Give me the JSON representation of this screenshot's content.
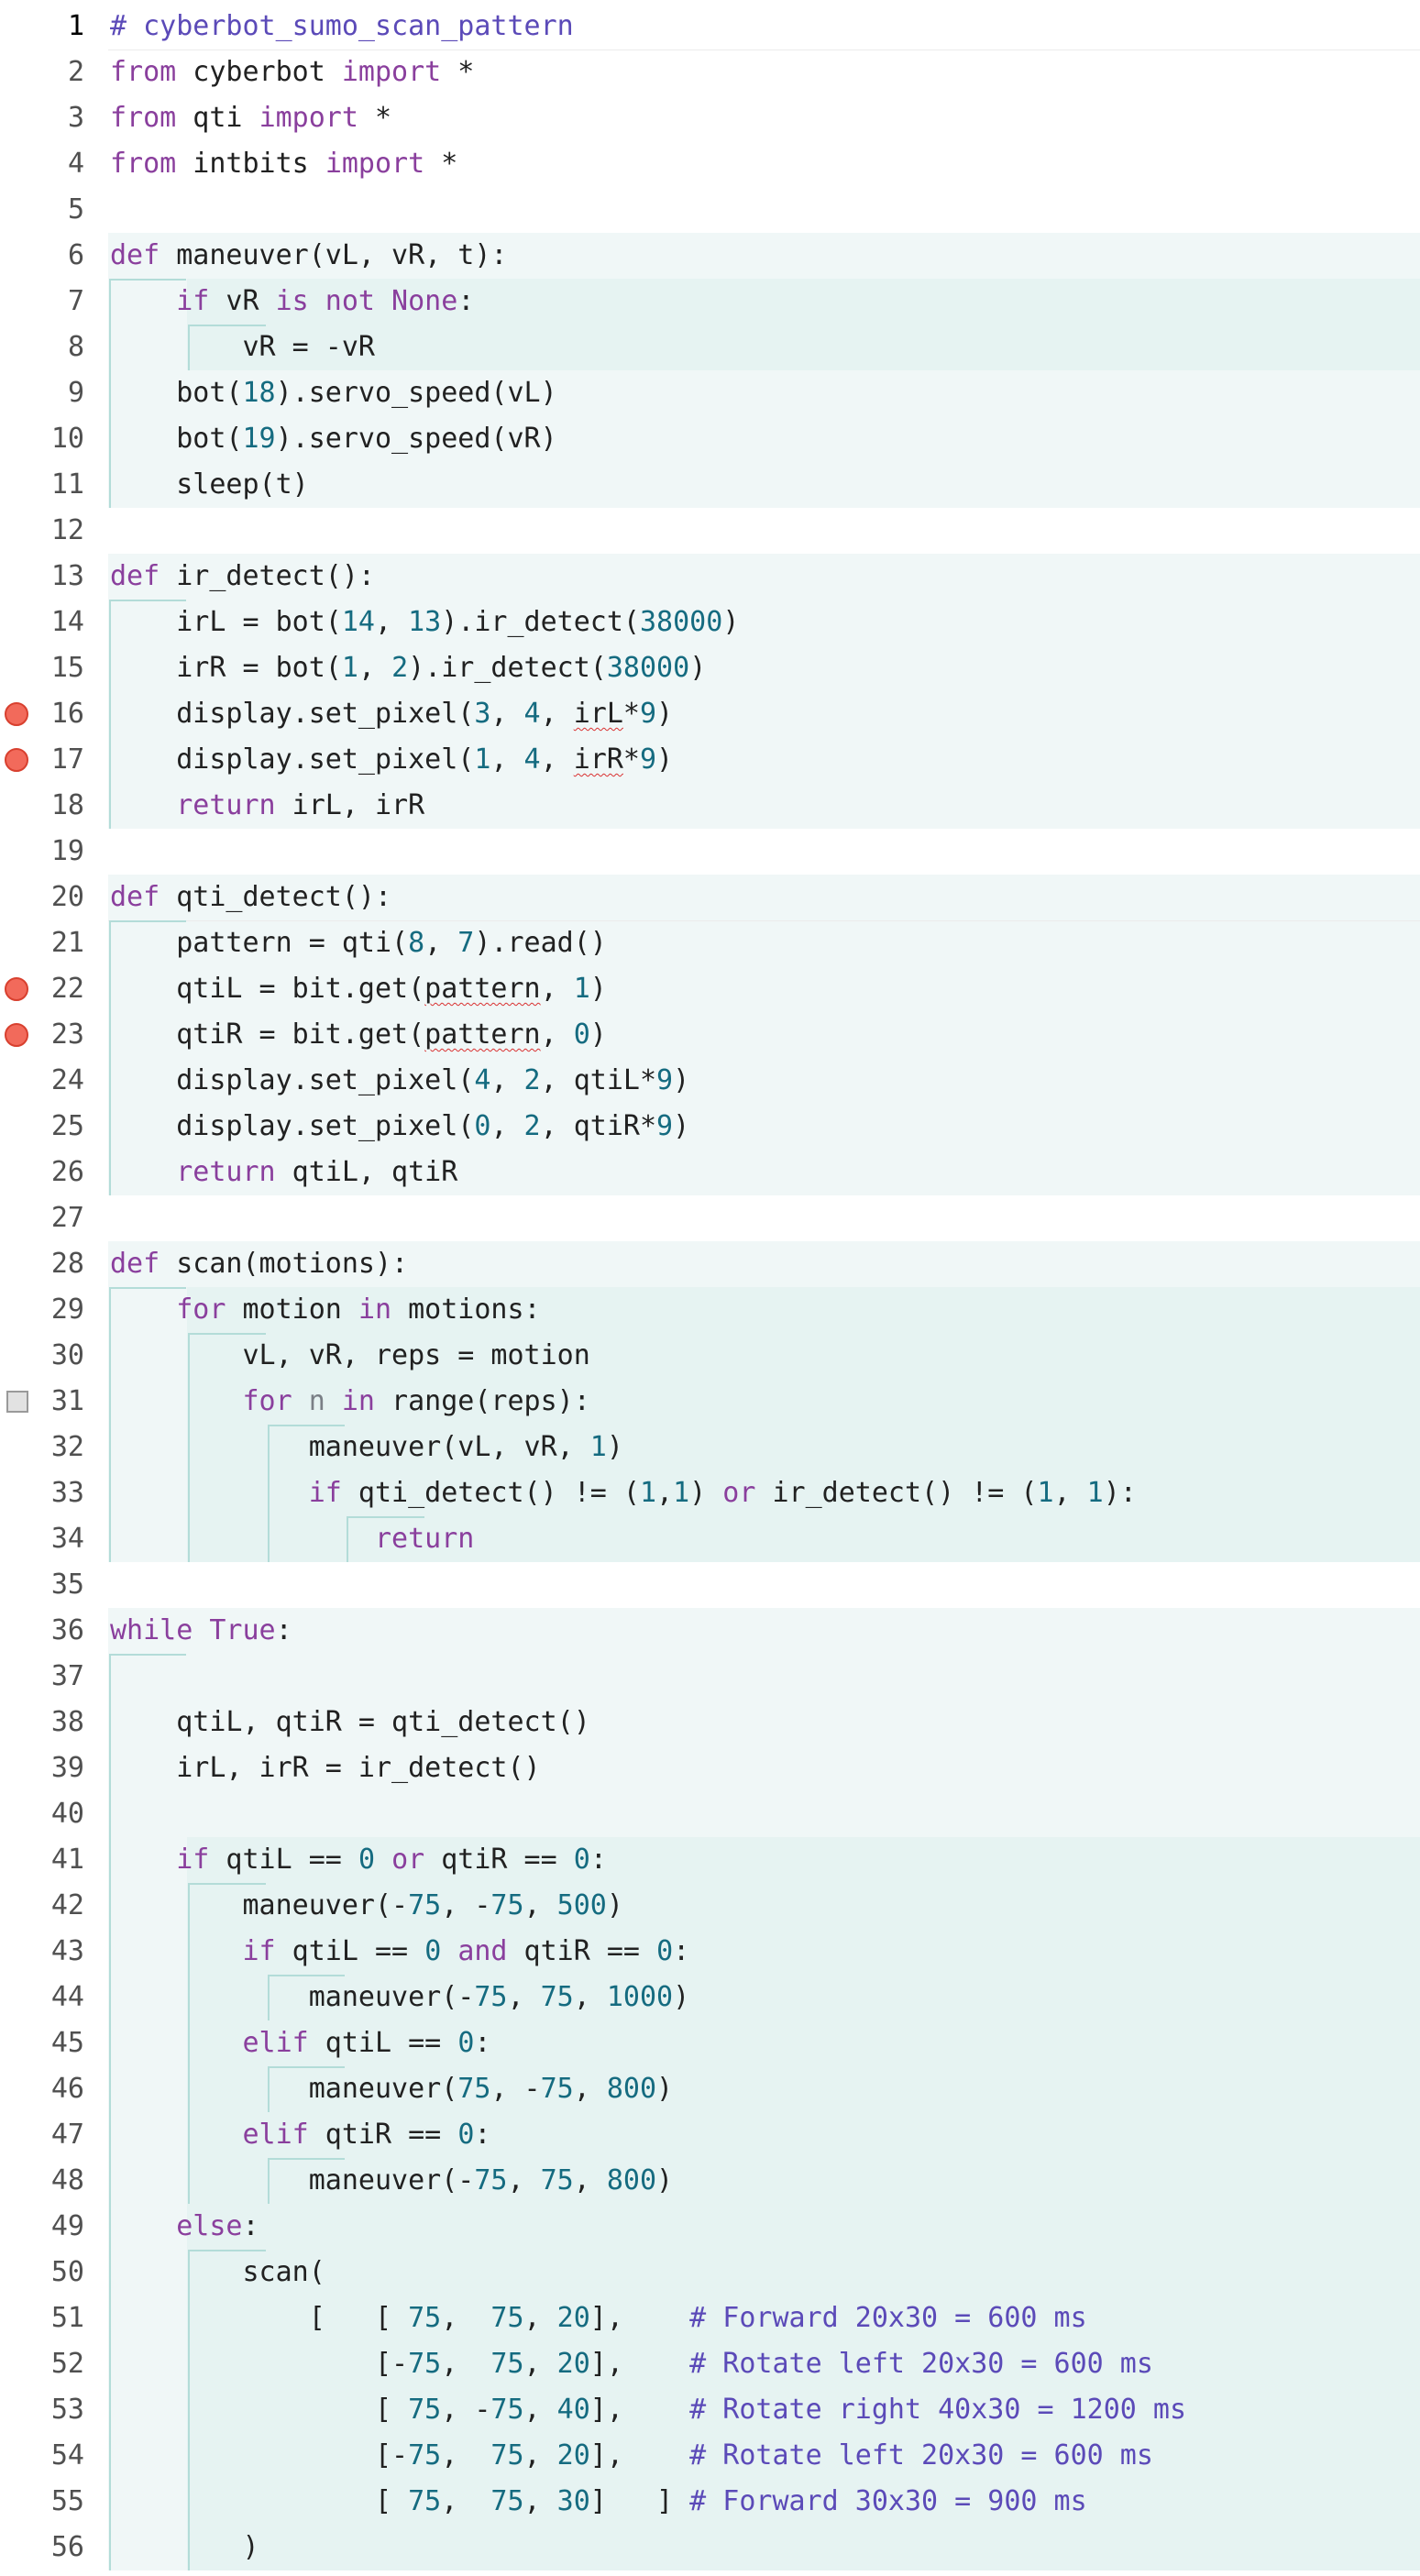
{
  "editor": {
    "lines": [
      {
        "n": "1",
        "t": [
          {
            "c": "com",
            "s": "# cyberbot_sumo_scan_pattern"
          }
        ]
      },
      {
        "n": "2",
        "t": [
          {
            "c": "kw",
            "s": "from"
          },
          {
            "s": " cyberbot "
          },
          {
            "c": "kw",
            "s": "import"
          },
          {
            "s": " *"
          }
        ]
      },
      {
        "n": "3",
        "t": [
          {
            "c": "kw",
            "s": "from"
          },
          {
            "s": " qti "
          },
          {
            "c": "kw",
            "s": "import"
          },
          {
            "s": " *"
          }
        ]
      },
      {
        "n": "4",
        "t": [
          {
            "c": "kw",
            "s": "from"
          },
          {
            "s": " intbits "
          },
          {
            "c": "kw",
            "s": "import"
          },
          {
            "s": " *"
          }
        ]
      },
      {
        "n": "5",
        "t": []
      },
      {
        "n": "6",
        "t": [
          {
            "c": "kw",
            "s": "def"
          },
          {
            "s": " maneuver(vL, vR, t):"
          }
        ]
      },
      {
        "n": "7",
        "t": [
          {
            "s": "    "
          },
          {
            "c": "kw",
            "s": "if"
          },
          {
            "s": " vR "
          },
          {
            "c": "kw",
            "s": "is not None"
          },
          {
            "s": ":"
          }
        ]
      },
      {
        "n": "8",
        "t": [
          {
            "s": "        vR = -vR"
          }
        ]
      },
      {
        "n": "9",
        "t": [
          {
            "s": "    bot("
          },
          {
            "c": "num",
            "s": "18"
          },
          {
            "s": ").servo_speed(vL)"
          }
        ]
      },
      {
        "n": "10",
        "t": [
          {
            "s": "    bot("
          },
          {
            "c": "num",
            "s": "19"
          },
          {
            "s": ").servo_speed(vR)"
          }
        ]
      },
      {
        "n": "11",
        "t": [
          {
            "s": "    sleep(t)"
          }
        ]
      },
      {
        "n": "12",
        "t": []
      },
      {
        "n": "13",
        "t": [
          {
            "c": "kw",
            "s": "def"
          },
          {
            "s": " ir_detect():"
          }
        ]
      },
      {
        "n": "14",
        "t": [
          {
            "s": "    irL = bot("
          },
          {
            "c": "num",
            "s": "14"
          },
          {
            "s": ", "
          },
          {
            "c": "num",
            "s": "13"
          },
          {
            "s": ").ir_detect("
          },
          {
            "c": "num",
            "s": "38000"
          },
          {
            "s": ")"
          }
        ]
      },
      {
        "n": "15",
        "t": [
          {
            "s": "    irR = bot("
          },
          {
            "c": "num",
            "s": "1"
          },
          {
            "s": ", "
          },
          {
            "c": "num",
            "s": "2"
          },
          {
            "s": ").ir_detect("
          },
          {
            "c": "num",
            "s": "38000"
          },
          {
            "s": ")"
          }
        ]
      },
      {
        "n": "16",
        "t": [
          {
            "s": "    display.set_pixel("
          },
          {
            "c": "num",
            "s": "3"
          },
          {
            "s": ", "
          },
          {
            "c": "num",
            "s": "4"
          },
          {
            "s": ", "
          },
          {
            "c": "sq",
            "s": "irL"
          },
          {
            "s": "*"
          },
          {
            "c": "num",
            "s": "9"
          },
          {
            "s": ")"
          }
        ]
      },
      {
        "n": "17",
        "t": [
          {
            "s": "    display.set_pixel("
          },
          {
            "c": "num",
            "s": "1"
          },
          {
            "s": ", "
          },
          {
            "c": "num",
            "s": "4"
          },
          {
            "s": ", "
          },
          {
            "c": "sq",
            "s": "irR"
          },
          {
            "s": "*"
          },
          {
            "c": "num",
            "s": "9"
          },
          {
            "s": ")"
          }
        ]
      },
      {
        "n": "18",
        "t": [
          {
            "s": "    "
          },
          {
            "c": "kw",
            "s": "return"
          },
          {
            "s": " irL, irR"
          }
        ]
      },
      {
        "n": "19",
        "t": []
      },
      {
        "n": "20",
        "t": [
          {
            "c": "kw",
            "s": "def"
          },
          {
            "s": " qti_detect():"
          }
        ]
      },
      {
        "n": "21",
        "t": [
          {
            "s": "    pattern = qti("
          },
          {
            "c": "num",
            "s": "8"
          },
          {
            "s": ", "
          },
          {
            "c": "num",
            "s": "7"
          },
          {
            "s": ").read()"
          }
        ]
      },
      {
        "n": "22",
        "t": [
          {
            "s": "    qtiL = bit.get("
          },
          {
            "c": "sq",
            "s": "pattern"
          },
          {
            "s": ", "
          },
          {
            "c": "num",
            "s": "1"
          },
          {
            "s": ")"
          }
        ]
      },
      {
        "n": "23",
        "t": [
          {
            "s": "    qtiR = bit.get("
          },
          {
            "c": "sq",
            "s": "pattern"
          },
          {
            "s": ", "
          },
          {
            "c": "num",
            "s": "0"
          },
          {
            "s": ")"
          }
        ]
      },
      {
        "n": "24",
        "t": [
          {
            "s": "    display.set_pixel("
          },
          {
            "c": "num",
            "s": "4"
          },
          {
            "s": ", "
          },
          {
            "c": "num",
            "s": "2"
          },
          {
            "s": ", qtiL*"
          },
          {
            "c": "num",
            "s": "9"
          },
          {
            "s": ")"
          }
        ]
      },
      {
        "n": "25",
        "t": [
          {
            "s": "    display.set_pixel("
          },
          {
            "c": "num",
            "s": "0"
          },
          {
            "s": ", "
          },
          {
            "c": "num",
            "s": "2"
          },
          {
            "s": ", qtiR*"
          },
          {
            "c": "num",
            "s": "9"
          },
          {
            "s": ")"
          }
        ]
      },
      {
        "n": "26",
        "t": [
          {
            "s": "    "
          },
          {
            "c": "kw",
            "s": "return"
          },
          {
            "s": " qtiL, qtiR"
          }
        ]
      },
      {
        "n": "27",
        "t": []
      },
      {
        "n": "28",
        "t": [
          {
            "c": "kw",
            "s": "def"
          },
          {
            "s": " scan(motions):"
          }
        ]
      },
      {
        "n": "29",
        "t": [
          {
            "s": "    "
          },
          {
            "c": "kw",
            "s": "for"
          },
          {
            "s": " motion "
          },
          {
            "c": "kw",
            "s": "in"
          },
          {
            "s": " motions:"
          }
        ]
      },
      {
        "n": "30",
        "t": [
          {
            "s": "        vL, vR, reps = motion"
          }
        ]
      },
      {
        "n": "31",
        "t": [
          {
            "s": "        "
          },
          {
            "c": "kw",
            "s": "for"
          },
          {
            "s": " "
          },
          {
            "c": "dim",
            "s": "n"
          },
          {
            "s": " "
          },
          {
            "c": "kw",
            "s": "in"
          },
          {
            "s": " range(reps):"
          }
        ]
      },
      {
        "n": "32",
        "t": [
          {
            "s": "            maneuver(vL, vR, "
          },
          {
            "c": "num",
            "s": "1"
          },
          {
            "s": ")"
          }
        ]
      },
      {
        "n": "33",
        "t": [
          {
            "s": "            "
          },
          {
            "c": "kw",
            "s": "if"
          },
          {
            "s": " qti_detect() != ("
          },
          {
            "c": "num",
            "s": "1"
          },
          {
            "s": ","
          },
          {
            "c": "num",
            "s": "1"
          },
          {
            "s": ") "
          },
          {
            "c": "kw",
            "s": "or"
          },
          {
            "s": " ir_detect() != ("
          },
          {
            "c": "num",
            "s": "1"
          },
          {
            "s": ", "
          },
          {
            "c": "num",
            "s": "1"
          },
          {
            "s": "):"
          }
        ]
      },
      {
        "n": "34",
        "t": [
          {
            "s": "                "
          },
          {
            "c": "kw",
            "s": "return"
          }
        ]
      },
      {
        "n": "35",
        "t": []
      },
      {
        "n": "36",
        "t": [
          {
            "c": "kw",
            "s": "while"
          },
          {
            "s": " "
          },
          {
            "c": "kw",
            "s": "True"
          },
          {
            "s": ":"
          }
        ]
      },
      {
        "n": "37",
        "t": []
      },
      {
        "n": "38",
        "t": [
          {
            "s": "    qtiL, qtiR = qti_detect()"
          }
        ]
      },
      {
        "n": "39",
        "t": [
          {
            "s": "    irL, irR = ir_detect()"
          }
        ]
      },
      {
        "n": "40",
        "t": []
      },
      {
        "n": "41",
        "t": [
          {
            "s": "    "
          },
          {
            "c": "kw",
            "s": "if"
          },
          {
            "s": " qtiL == "
          },
          {
            "c": "num",
            "s": "0"
          },
          {
            "s": " "
          },
          {
            "c": "kw",
            "s": "or"
          },
          {
            "s": " qtiR == "
          },
          {
            "c": "num",
            "s": "0"
          },
          {
            "s": ":"
          }
        ]
      },
      {
        "n": "42",
        "t": [
          {
            "s": "        maneuver(-"
          },
          {
            "c": "num",
            "s": "75"
          },
          {
            "s": ", -"
          },
          {
            "c": "num",
            "s": "75"
          },
          {
            "s": ", "
          },
          {
            "c": "num",
            "s": "500"
          },
          {
            "s": ")"
          }
        ]
      },
      {
        "n": "43",
        "t": [
          {
            "s": "        "
          },
          {
            "c": "kw",
            "s": "if"
          },
          {
            "s": " qtiL == "
          },
          {
            "c": "num",
            "s": "0"
          },
          {
            "s": " "
          },
          {
            "c": "kw",
            "s": "and"
          },
          {
            "s": " qtiR == "
          },
          {
            "c": "num",
            "s": "0"
          },
          {
            "s": ":"
          }
        ]
      },
      {
        "n": "44",
        "t": [
          {
            "s": "            maneuver(-"
          },
          {
            "c": "num",
            "s": "75"
          },
          {
            "s": ", "
          },
          {
            "c": "num",
            "s": "75"
          },
          {
            "s": ", "
          },
          {
            "c": "num",
            "s": "1000"
          },
          {
            "s": ")"
          }
        ]
      },
      {
        "n": "45",
        "t": [
          {
            "s": "        "
          },
          {
            "c": "kw",
            "s": "elif"
          },
          {
            "s": " qtiL == "
          },
          {
            "c": "num",
            "s": "0"
          },
          {
            "s": ":"
          }
        ]
      },
      {
        "n": "46",
        "t": [
          {
            "s": "            maneuver("
          },
          {
            "c": "num",
            "s": "75"
          },
          {
            "s": ", -"
          },
          {
            "c": "num",
            "s": "75"
          },
          {
            "s": ", "
          },
          {
            "c": "num",
            "s": "800"
          },
          {
            "s": ")"
          }
        ]
      },
      {
        "n": "47",
        "t": [
          {
            "s": "        "
          },
          {
            "c": "kw",
            "s": "elif"
          },
          {
            "s": " qtiR == "
          },
          {
            "c": "num",
            "s": "0"
          },
          {
            "s": ":"
          }
        ]
      },
      {
        "n": "48",
        "t": [
          {
            "s": "            maneuver(-"
          },
          {
            "c": "num",
            "s": "75"
          },
          {
            "s": ", "
          },
          {
            "c": "num",
            "s": "75"
          },
          {
            "s": ", "
          },
          {
            "c": "num",
            "s": "800"
          },
          {
            "s": ")"
          }
        ]
      },
      {
        "n": "49",
        "t": [
          {
            "s": "    "
          },
          {
            "c": "kw",
            "s": "else"
          },
          {
            "s": ":"
          }
        ]
      },
      {
        "n": "50",
        "t": [
          {
            "s": "        scan("
          }
        ]
      },
      {
        "n": "51",
        "t": [
          {
            "s": "            [   [ "
          },
          {
            "c": "num",
            "s": "75"
          },
          {
            "s": ",  "
          },
          {
            "c": "num",
            "s": "75"
          },
          {
            "s": ", "
          },
          {
            "c": "num",
            "s": "20"
          },
          {
            "s": "],    "
          },
          {
            "c": "com",
            "s": "# Forward 20x30 = 600 ms"
          }
        ]
      },
      {
        "n": "52",
        "t": [
          {
            "s": "                [-"
          },
          {
            "c": "num",
            "s": "75"
          },
          {
            "s": ",  "
          },
          {
            "c": "num",
            "s": "75"
          },
          {
            "s": ", "
          },
          {
            "c": "num",
            "s": "20"
          },
          {
            "s": "],    "
          },
          {
            "c": "com",
            "s": "# Rotate left 20x30 = 600 ms"
          }
        ]
      },
      {
        "n": "53",
        "t": [
          {
            "s": "                [ "
          },
          {
            "c": "num",
            "s": "75"
          },
          {
            "s": ", -"
          },
          {
            "c": "num",
            "s": "75"
          },
          {
            "s": ", "
          },
          {
            "c": "num",
            "s": "40"
          },
          {
            "s": "],    "
          },
          {
            "c": "com",
            "s": "# Rotate right 40x30 = 1200 ms"
          }
        ]
      },
      {
        "n": "54",
        "t": [
          {
            "s": "                [-"
          },
          {
            "c": "num",
            "s": "75"
          },
          {
            "s": ",  "
          },
          {
            "c": "num",
            "s": "75"
          },
          {
            "s": ", "
          },
          {
            "c": "num",
            "s": "20"
          },
          {
            "s": "],    "
          },
          {
            "c": "com",
            "s": "# Rotate left 20x30 = 600 ms"
          }
        ]
      },
      {
        "n": "55",
        "t": [
          {
            "s": "                [ "
          },
          {
            "c": "num",
            "s": "75"
          },
          {
            "s": ",  "
          },
          {
            "c": "num",
            "s": "75"
          },
          {
            "s": ", "
          },
          {
            "c": "num",
            "s": "30"
          },
          {
            "s": "]   ] "
          },
          {
            "c": "com",
            "s": "# Forward 30x30 = 900 ms"
          }
        ]
      },
      {
        "n": "56",
        "t": [
          {
            "s": "        )"
          }
        ]
      }
    ],
    "current_line": "1",
    "breakpoints": [
      "16",
      "17",
      "22",
      "23"
    ],
    "disabled_breakpoints": [
      "31"
    ]
  },
  "colors": {
    "keyword": "#8a3f9d",
    "number": "#156b80",
    "comment": "#5b4ab8",
    "block_bg": "#f0f7f7",
    "guide": "#b3dcd8",
    "breakpoint": "#f26a5b"
  }
}
